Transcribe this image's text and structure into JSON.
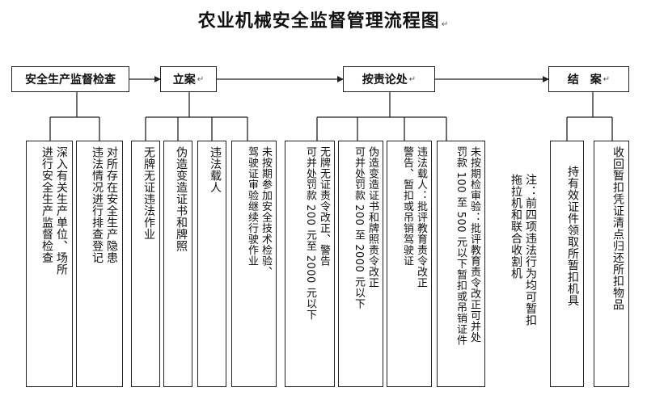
{
  "title": "农业机械安全监督管理流程图",
  "edit_mark": "↵",
  "stages": [
    {
      "label": "安全生产监督检查",
      "mark": ""
    },
    {
      "label": "立案",
      "mark": "↵"
    },
    {
      "label": "按责论处",
      "mark": "↵"
    },
    {
      "label": "结　案",
      "mark": "↵"
    }
  ],
  "details": [
    {
      "text": "深入有关生产单位、场所\n进行安全生产监督检查"
    },
    {
      "text": "对所存在安全生产隐患\n违法情况进行排查登记"
    },
    {
      "text": "无牌无证违法作业"
    },
    {
      "text": "伪造变造证书和牌照"
    },
    {
      "text": "违法载人"
    },
    {
      "text": "未按期参加安全技术检验、\n驾驶证审验继续行驶作业"
    },
    {
      "text": "无牌无证责令改正、警告\n可并处罚款 200 元至 2000 元以下"
    },
    {
      "text": "伪造变造证书和牌照责令改正\n可并处罚款 200 至 2000 元以下"
    },
    {
      "text": "违法载人：批评教育责令改正\n警告、暂扣或吊销驾驶证"
    },
    {
      "text": "未按期检审验：批评教育责令改正可并处\n罚款 100 至 500 元以下暂扣或吊销证件"
    },
    {
      "text": "注：前四项违法行为均可暂扣\n拖拉机和联合收割机"
    },
    {
      "text": "持有效证件领取所暂扣机具"
    },
    {
      "text": "收回暂扣凭证清点归还所扣物品"
    }
  ]
}
